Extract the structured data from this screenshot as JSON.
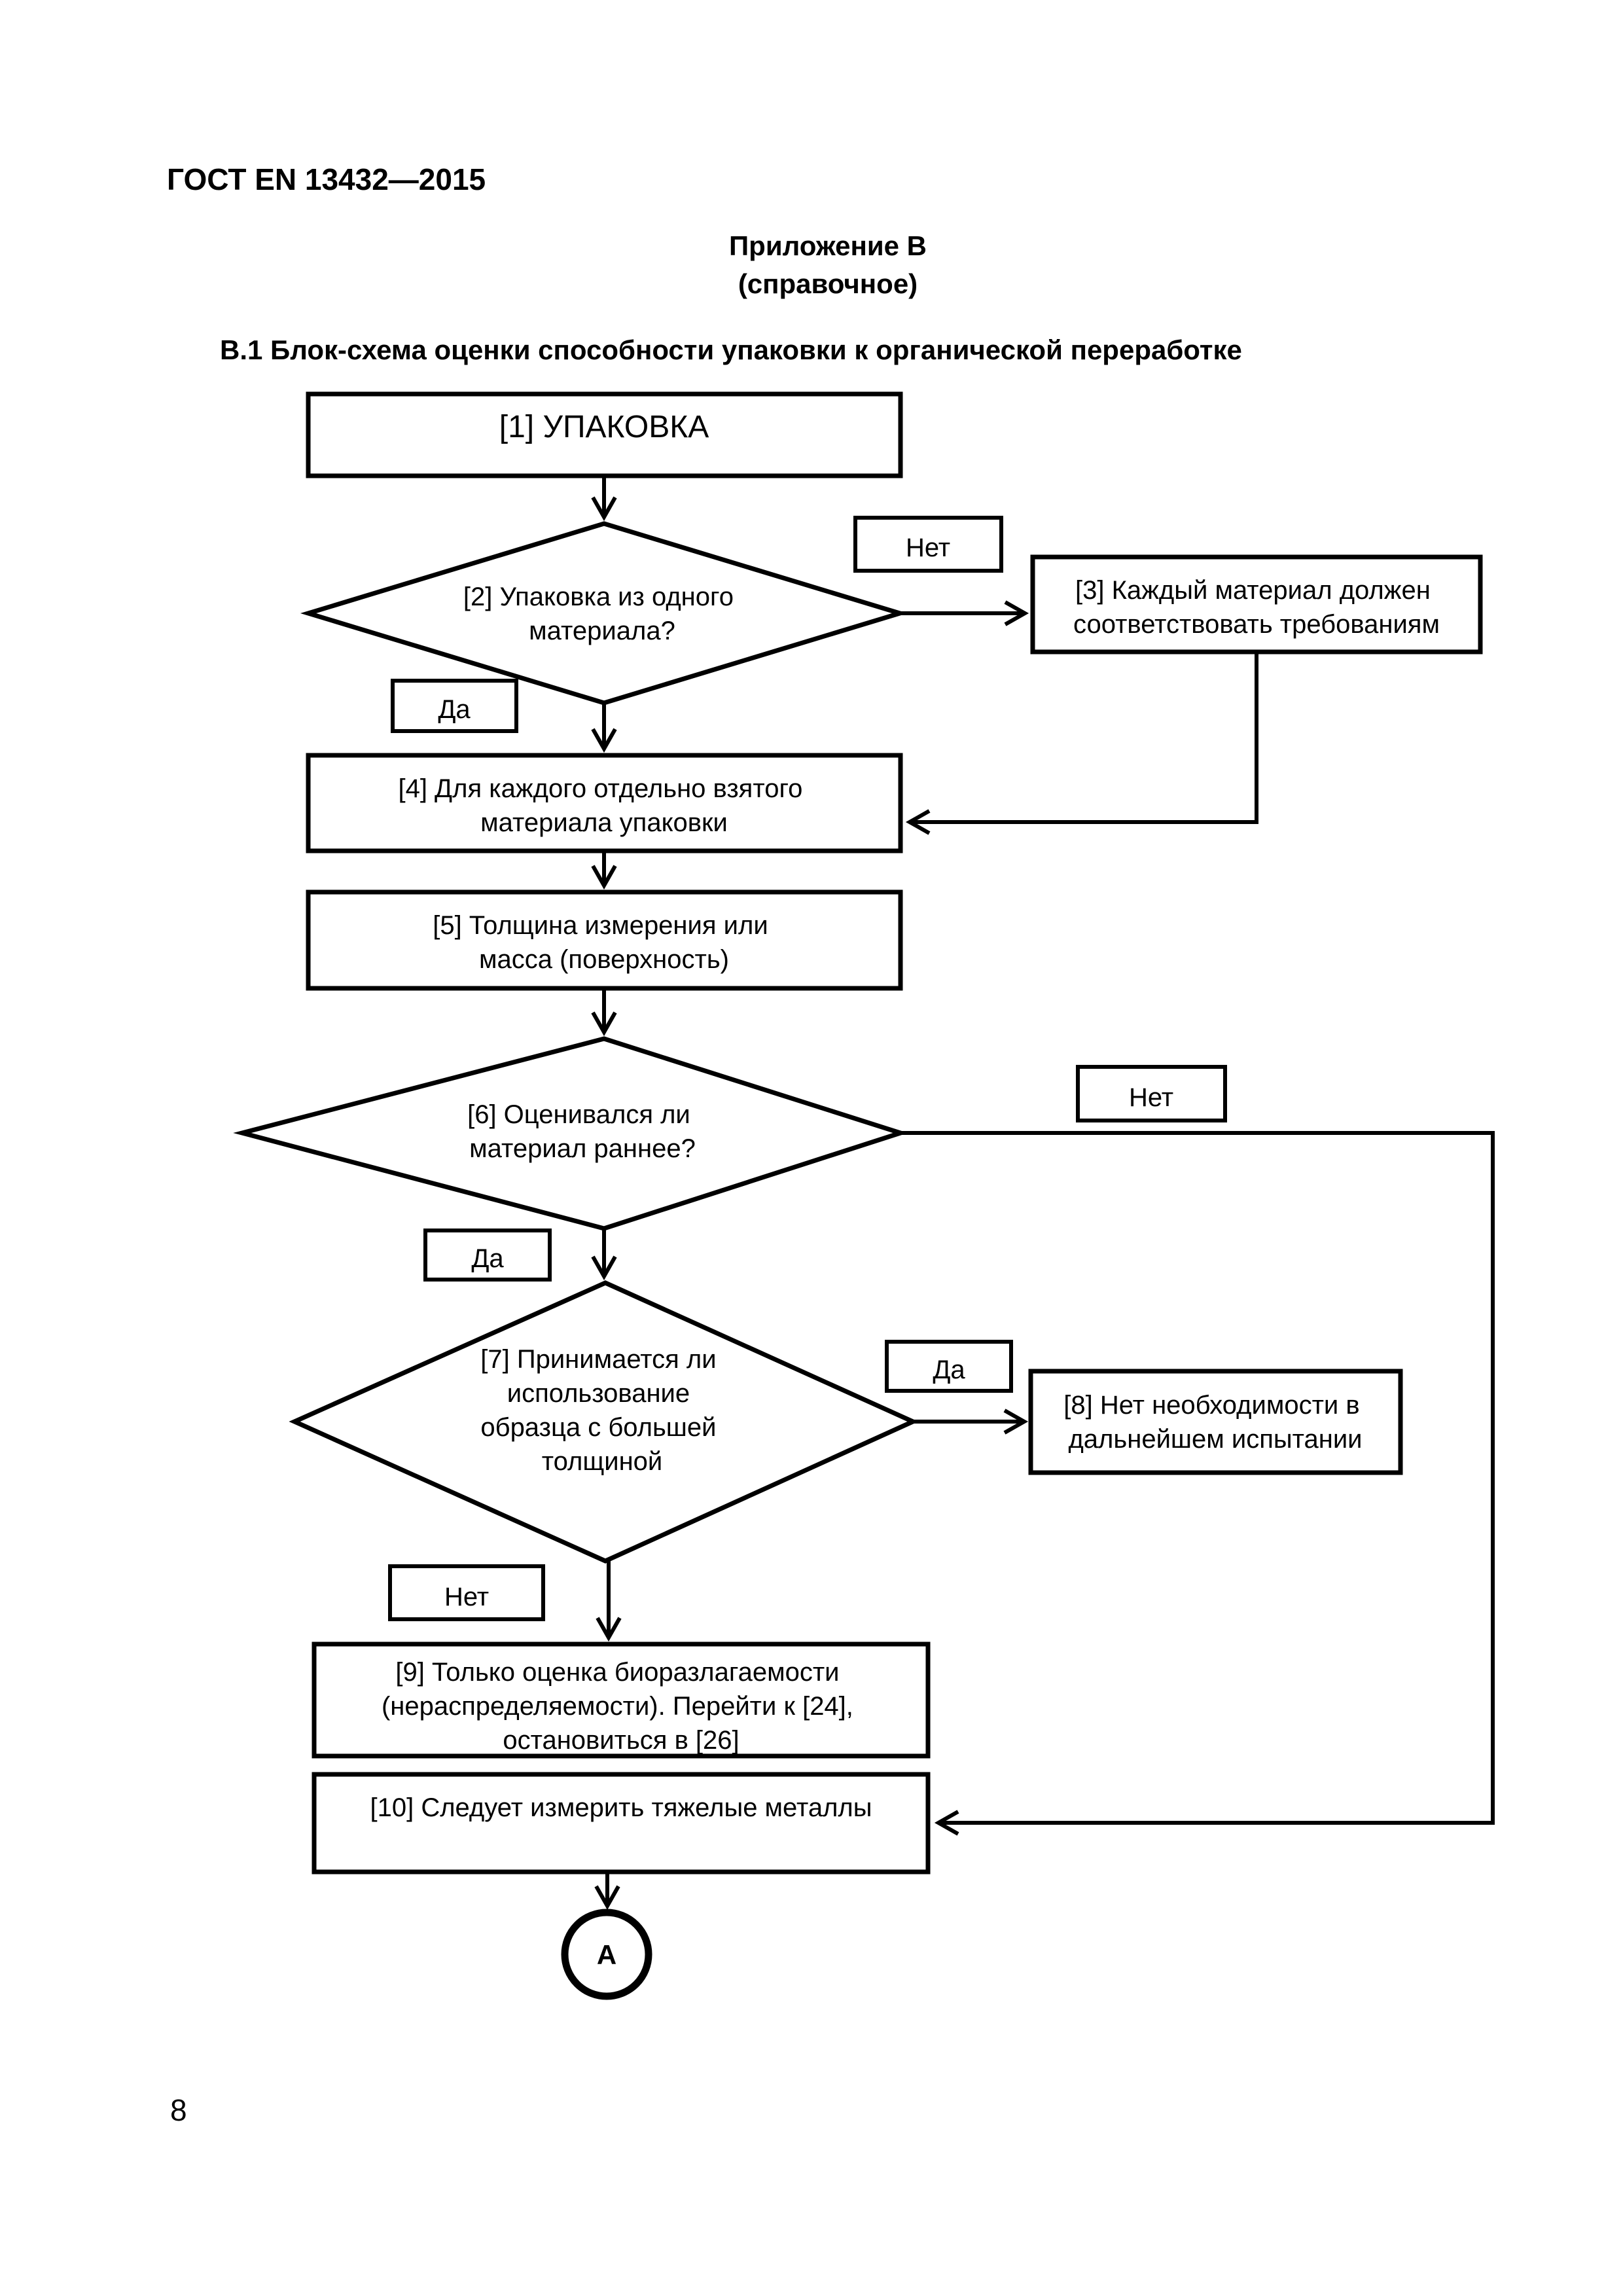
{
  "page": {
    "header": "ГОСТ EN 13432—2015",
    "title_line1": "Приложение В",
    "title_line2": "(справочное)",
    "section_heading": "В.1 Блок-схема оценки способности упаковки к органической переработке",
    "page_number": "8"
  },
  "flowchart": {
    "nodes": [
      {
        "id": "[1]",
        "shape": "rect",
        "lines": [
          "[1] УПАКОВКА"
        ]
      },
      {
        "id": "[2]",
        "shape": "diamond",
        "lines": [
          "[2] Упаковка из одного",
          "материала?"
        ]
      },
      {
        "id": "[3]",
        "shape": "rect",
        "lines": [
          "[3] Каждый материал должен",
          "соответствовать требованиям"
        ]
      },
      {
        "id": "[4]",
        "shape": "rect",
        "lines": [
          "[4] Для каждого отдельно взятого",
          "материала упаковки"
        ]
      },
      {
        "id": "[5]",
        "shape": "rect",
        "lines": [
          "[5] Толщина измерения или",
          "масса (поверхность)"
        ]
      },
      {
        "id": "[6]",
        "shape": "diamond",
        "lines": [
          "[6] Оценивался ли",
          "материал раннее?"
        ]
      },
      {
        "id": "[7]",
        "shape": "diamond",
        "lines": [
          "[7] Принимается ли",
          "использование",
          "образца с большей",
          "толщиной"
        ]
      },
      {
        "id": "[8]",
        "shape": "rect",
        "lines": [
          "[8] Нет необходимости в",
          "дальнейшем испытании"
        ]
      },
      {
        "id": "[9]",
        "shape": "rect",
        "lines": [
          "[9] Только оценка биоразлагаемости",
          "(нераспределяемости). Перейти к [24],",
          "остановиться в [26]"
        ]
      },
      {
        "id": "[10]",
        "shape": "rect",
        "lines": [
          "[10] Следует измерить тяжелые металлы"
        ]
      }
    ],
    "branch_labels": [
      {
        "text": "Нет"
      },
      {
        "text": "Да"
      },
      {
        "text": "Нет"
      },
      {
        "text": "Да"
      },
      {
        "text": "Да"
      },
      {
        "text": "Нет"
      }
    ],
    "terminator": {
      "label": "А"
    },
    "colors": {
      "stroke": "#000000",
      "background": "#ffffff"
    }
  }
}
